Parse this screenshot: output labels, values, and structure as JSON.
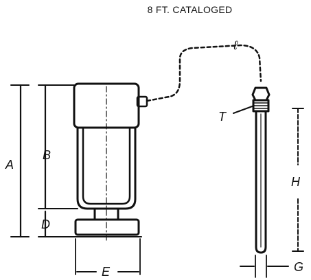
{
  "caption": "8 FT. CATALOGED",
  "dimension_labels": {
    "A": "A",
    "B": "B",
    "D": "D",
    "E": "E",
    "T": "T",
    "H": "H",
    "G": "G",
    "L": "ℓ"
  }
}
